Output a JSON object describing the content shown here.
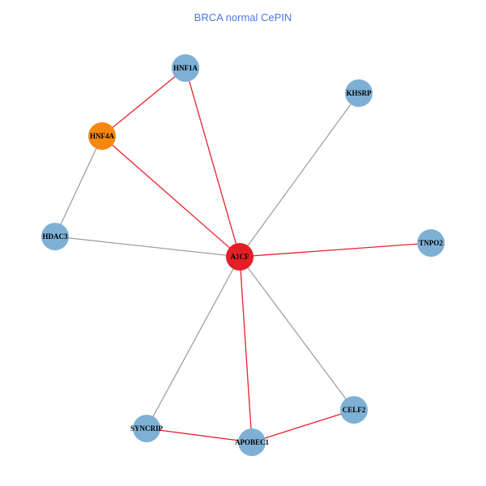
{
  "title": "BRCA normal CePIN",
  "colors": {
    "title": "#4a77e6",
    "default_node": "#7eb0d5",
    "highlight_edge": "#e8212a",
    "default_edge": "#a0a0a0"
  },
  "nodes": [
    {
      "id": "HNF1A",
      "label": "HNF1A",
      "color": "#7eb0d5"
    },
    {
      "id": "KHSRP",
      "label": "KHSRP",
      "color": "#7eb0d5"
    },
    {
      "id": "HNF4A",
      "label": "HNF4A",
      "color": "#f5870f"
    },
    {
      "id": "HDAC3",
      "label": "HDAC3",
      "color": "#7eb0d5"
    },
    {
      "id": "A1CF",
      "label": "A1CF",
      "color": "#e31f26"
    },
    {
      "id": "TNPO2",
      "label": "TNPO2",
      "color": "#7eb0d5"
    },
    {
      "id": "SYNCRIP",
      "label": "SYNCRIP",
      "color": "#7eb0d5"
    },
    {
      "id": "APOBEC1",
      "label": "APOBEC1",
      "color": "#7eb0d5"
    },
    {
      "id": "CELF2",
      "label": "CELF2",
      "color": "#7eb0d5"
    }
  ],
  "edges": [
    {
      "source": "HNF1A",
      "target": "HNF4A",
      "type": "highlight"
    },
    {
      "source": "HNF1A",
      "target": "A1CF",
      "type": "highlight"
    },
    {
      "source": "HNF4A",
      "target": "A1CF",
      "type": "highlight"
    },
    {
      "source": "HNF4A",
      "target": "HDAC3",
      "type": "default"
    },
    {
      "source": "KHSRP",
      "target": "A1CF",
      "type": "default"
    },
    {
      "source": "HDAC3",
      "target": "A1CF",
      "type": "default"
    },
    {
      "source": "A1CF",
      "target": "TNPO2",
      "type": "highlight"
    },
    {
      "source": "A1CF",
      "target": "SYNCRIP",
      "type": "default"
    },
    {
      "source": "A1CF",
      "target": "APOBEC1",
      "type": "highlight"
    },
    {
      "source": "A1CF",
      "target": "CELF2",
      "type": "default"
    },
    {
      "source": "SYNCRIP",
      "target": "APOBEC1",
      "type": "highlight"
    },
    {
      "source": "APOBEC1",
      "target": "CELF2",
      "type": "highlight"
    }
  ]
}
